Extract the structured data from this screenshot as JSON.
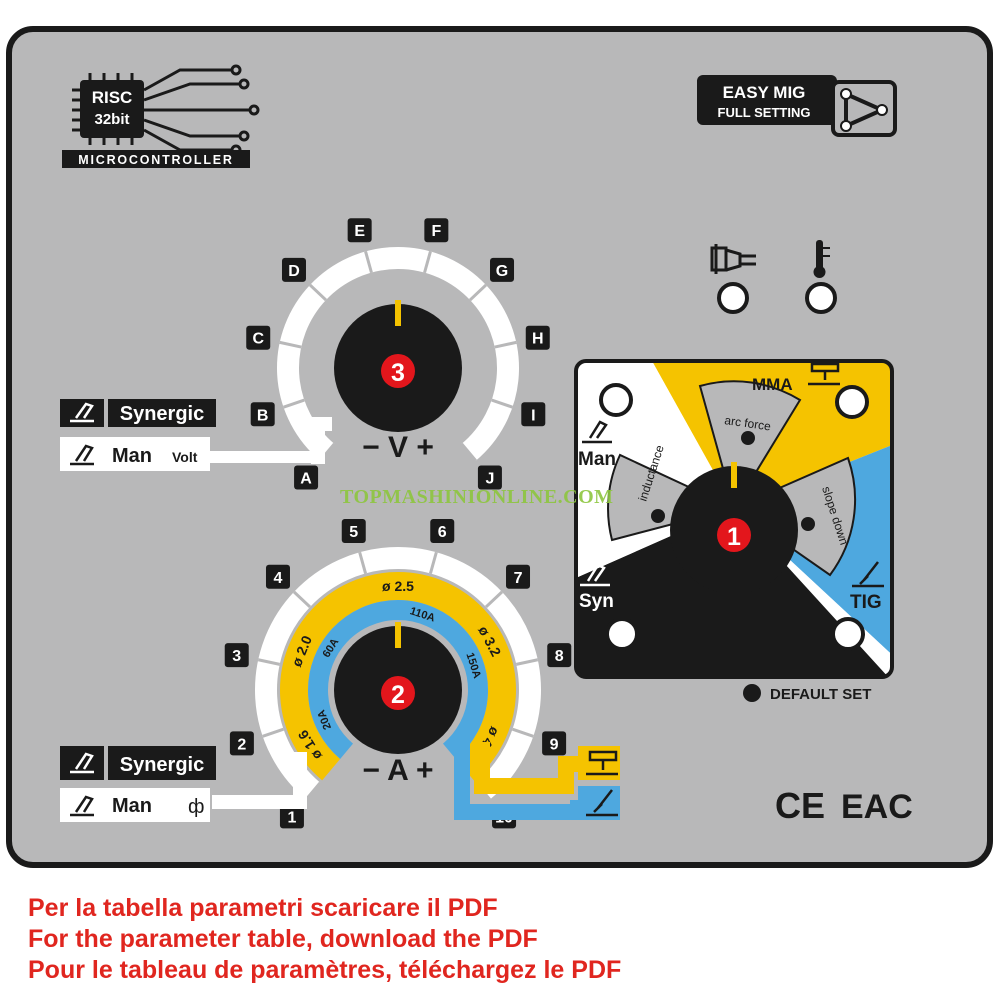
{
  "logo": {
    "chip_line1": "RISC",
    "chip_line2": "32bit",
    "caption": "MICROCONTROLLER"
  },
  "easy_mig": {
    "line1": "EASY MIG",
    "line2": "FULL SETTING"
  },
  "indicators": {
    "power": "power-plug-icon",
    "thermal": "thermometer-icon"
  },
  "knob_voltage": {
    "number": "3",
    "label": "− V +",
    "scale": [
      "A",
      "B",
      "C",
      "D",
      "E",
      "F",
      "G",
      "H",
      "I",
      "J"
    ]
  },
  "knob_current": {
    "number": "2",
    "label": "− A +",
    "scale": [
      "1",
      "2",
      "3",
      "4",
      "5",
      "6",
      "7",
      "8",
      "9",
      "10"
    ],
    "wire": [
      "ø 1.6",
      "ø 2.0",
      "ø 2.5",
      "ø 3.2",
      "ø 4.0"
    ],
    "amps": [
      "20A",
      "60A",
      "110A",
      "150A"
    ]
  },
  "mode_volt": {
    "synergic": "Synergic",
    "man": "Man",
    "unit": "Volt"
  },
  "mode_amp": {
    "synergic": "Synergic",
    "man": "Man",
    "unit": "ф"
  },
  "mode_knob": {
    "number": "1",
    "man": "Man",
    "syn": "Syn",
    "mma": "MMA",
    "tig": "TIG",
    "inductance": "inductance",
    "arc_force": "arc force",
    "slope_down": "slope down",
    "default_set": "DEFAULT SET"
  },
  "certifications": {
    "ce": "CE",
    "eac": "EAC"
  },
  "watermark": "TOPMASHINIONLINE.COM",
  "footer": {
    "it": "Per la tabella parametri scaricare il PDF",
    "en": "For the parameter table, download the PDF",
    "fr": "Pour le tableau de paramètres, téléchargez le PDF"
  },
  "colors": {
    "panel": "#b8b8b9",
    "yellow": "#f5c300",
    "blue": "#4ea8df",
    "red": "#e3161c",
    "black": "#1a1a1a"
  }
}
